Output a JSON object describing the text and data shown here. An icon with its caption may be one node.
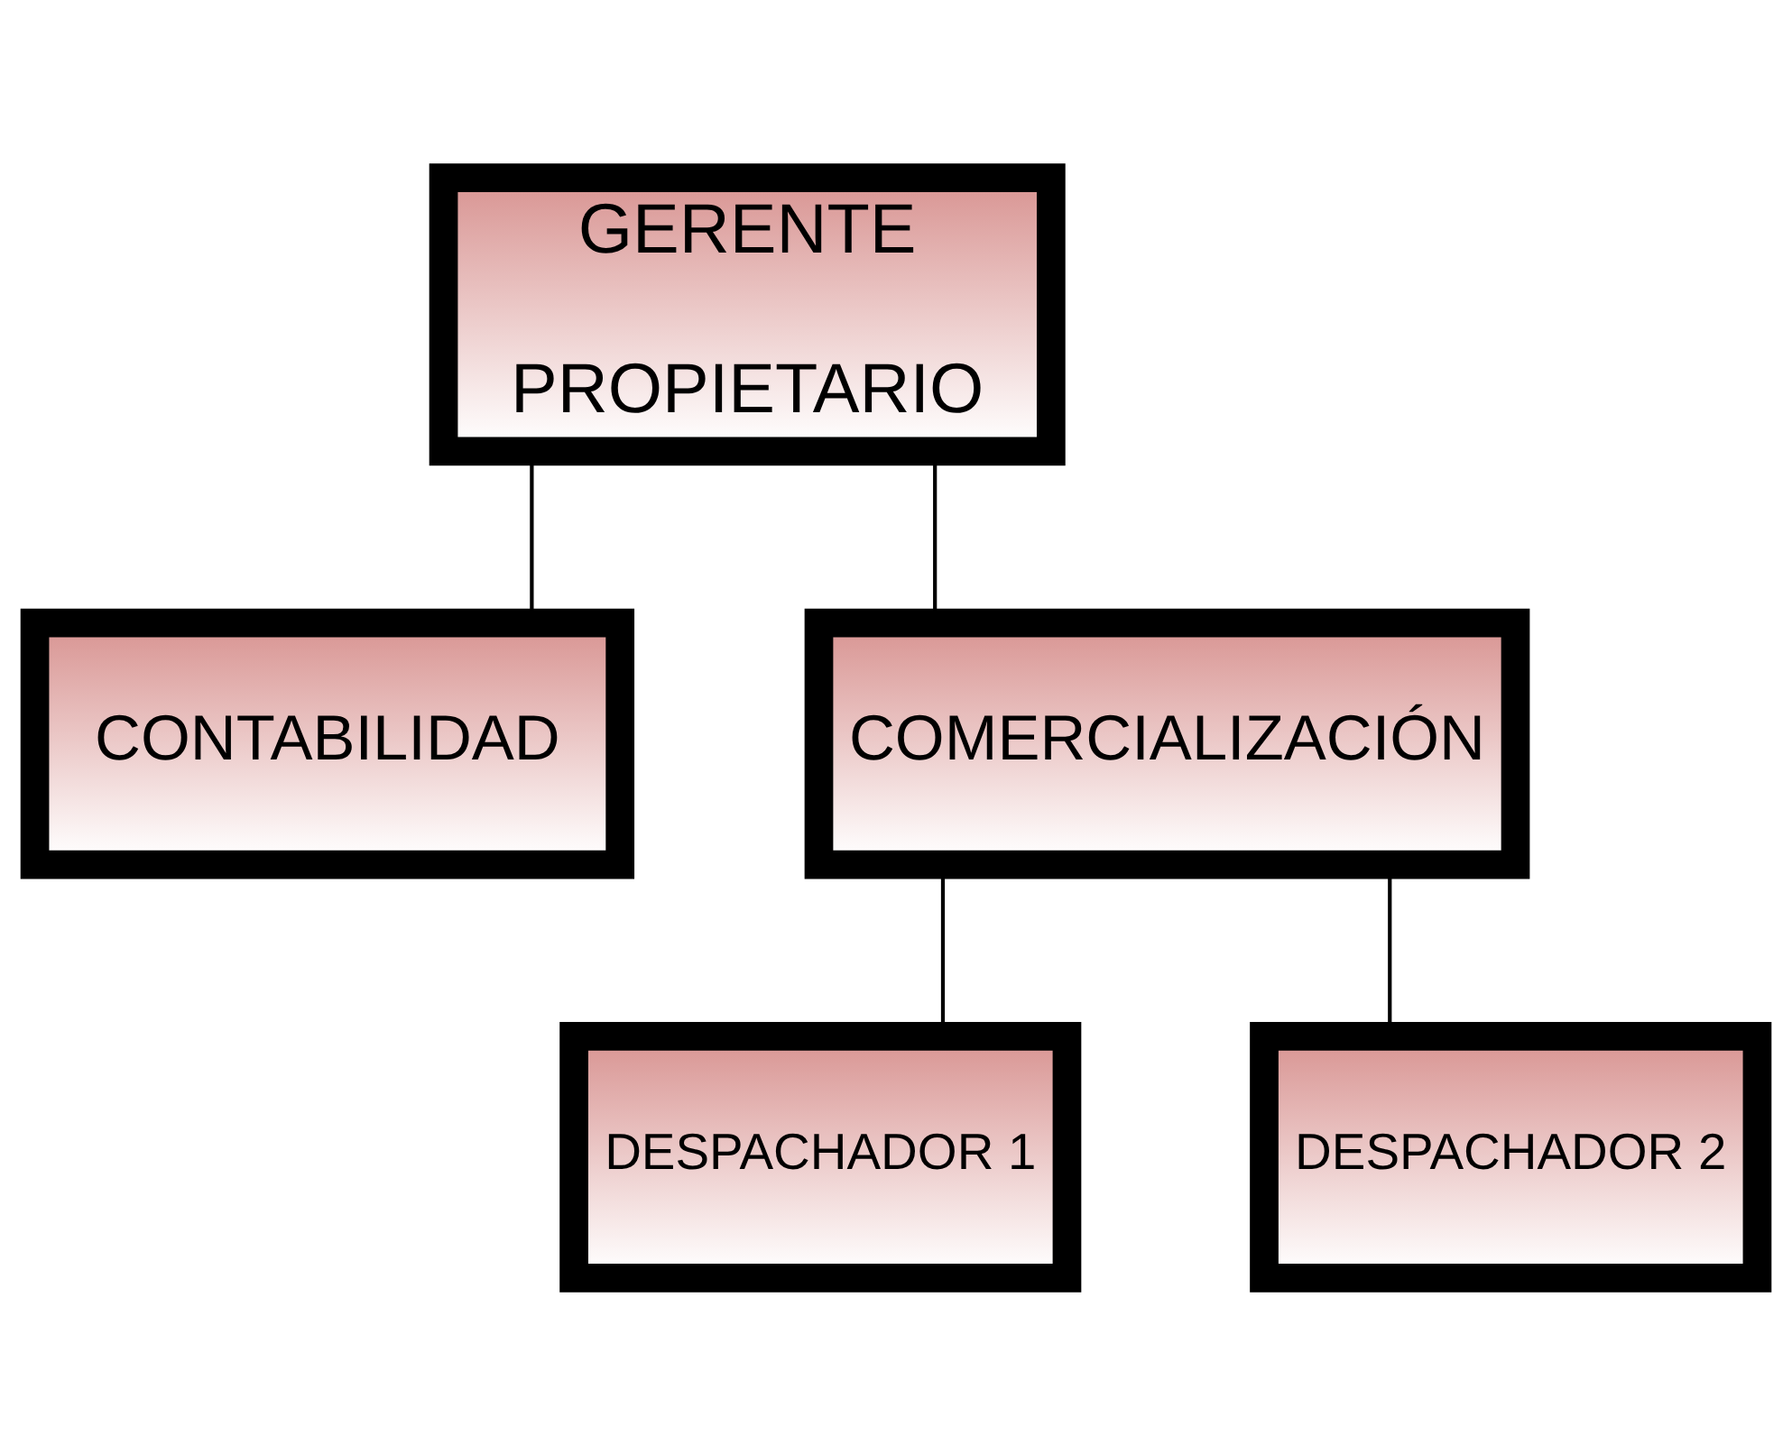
{
  "diagram": {
    "nodes": [
      {
        "text": [
          "GERENTE PROPIETARIO"
        ]
      },
      {
        "text": [
          "CONTABILIDAD"
        ]
      },
      {
        "text": [
          "COMERCIALIZACIÓN"
        ]
      },
      {
        "text": [
          "DESPACHADOR 1"
        ]
      },
      {
        "text": [
          "DESPACHADOR 2"
        ]
      }
    ],
    "edges": [
      {
        "from": 0,
        "to": 1,
        "arrow": "none"
      },
      {
        "from": 0,
        "to": 2,
        "arrow": "none"
      },
      {
        "from": 2,
        "to": 3,
        "arrow": "none"
      },
      {
        "from": 2,
        "to": 4,
        "arrow": "none"
      }
    ]
  }
}
